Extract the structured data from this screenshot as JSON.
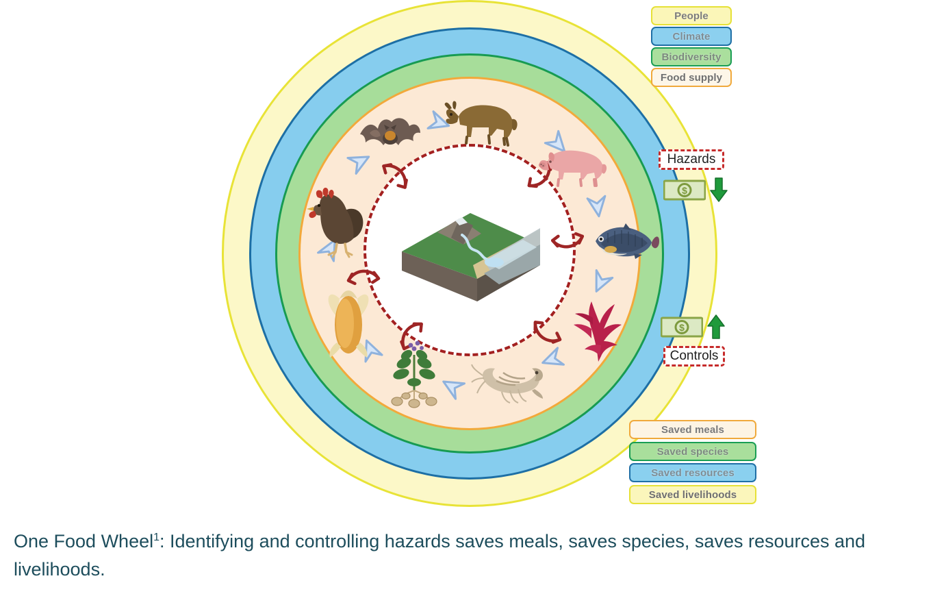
{
  "figure": {
    "title": "One Food Wheel",
    "outer_rings": [
      {
        "id": "people",
        "label": "People",
        "fill": "#fcf8c8",
        "stroke": "#e8e337"
      },
      {
        "id": "climate",
        "label": "Climate",
        "fill": "#86cdee",
        "stroke": "#1d6fa5"
      },
      {
        "id": "biodiversity",
        "label": "Biodiversity",
        "fill": "#a7dd9a",
        "stroke": "#179b52"
      },
      {
        "id": "food_supply",
        "label": "Food supply",
        "fill": "#fce9d5",
        "stroke": "#f2a93b"
      }
    ],
    "outcome_rings": [
      {
        "id": "saved_meals",
        "label": "Saved meals",
        "fill": "#fdf4e4",
        "stroke": "#f0a93c"
      },
      {
        "id": "saved_species",
        "label": "Saved species",
        "fill": "#a9df9c",
        "stroke": "#1a9e54"
      },
      {
        "id": "saved_resources",
        "label": "Saved resources",
        "fill": "#8ad0ef",
        "stroke": "#1f6fa6"
      },
      {
        "id": "saved_livelihoods",
        "label": "Saved livelihoods",
        "fill": "#fbf6bb",
        "stroke": "#e6e137"
      }
    ],
    "center_labels": {
      "hazards": "Hazards",
      "controls": "Controls"
    },
    "cost_indicators": [
      {
        "id": "cost-down",
        "direction": "down",
        "note": "banknote with green down arrow"
      },
      {
        "id": "cost-up",
        "direction": "up",
        "note": "banknote with green up arrow"
      }
    ],
    "commodities": [
      {
        "id": "bat",
        "name": "bat"
      },
      {
        "id": "cattle",
        "name": "cattle"
      },
      {
        "id": "pig",
        "name": "pig"
      },
      {
        "id": "fish",
        "name": "tilapia fish"
      },
      {
        "id": "seaweed",
        "name": "seaweed"
      },
      {
        "id": "shrimp",
        "name": "shrimp"
      },
      {
        "id": "potato",
        "name": "potato plant"
      },
      {
        "id": "maize",
        "name": "maize cob"
      },
      {
        "id": "chicken",
        "name": "chicken"
      }
    ],
    "landscape_icon": "landscape-block-diagram",
    "colors": {
      "caption_text": "#1d4d5c",
      "dashed_red": "#c62b2b",
      "arrow_blue": "#cfe0f5",
      "arrow_blue_stroke": "#7fa7d8",
      "arrow_red": "#9e2525",
      "money_green": "#8aa547",
      "arrow_green": "#1f9a3c"
    }
  },
  "caption": {
    "lead": "One Food Wheel",
    "superscript": "1",
    "rest": ": Identifying and controlling hazards saves meals, saves species, saves resources and livelihoods."
  }
}
